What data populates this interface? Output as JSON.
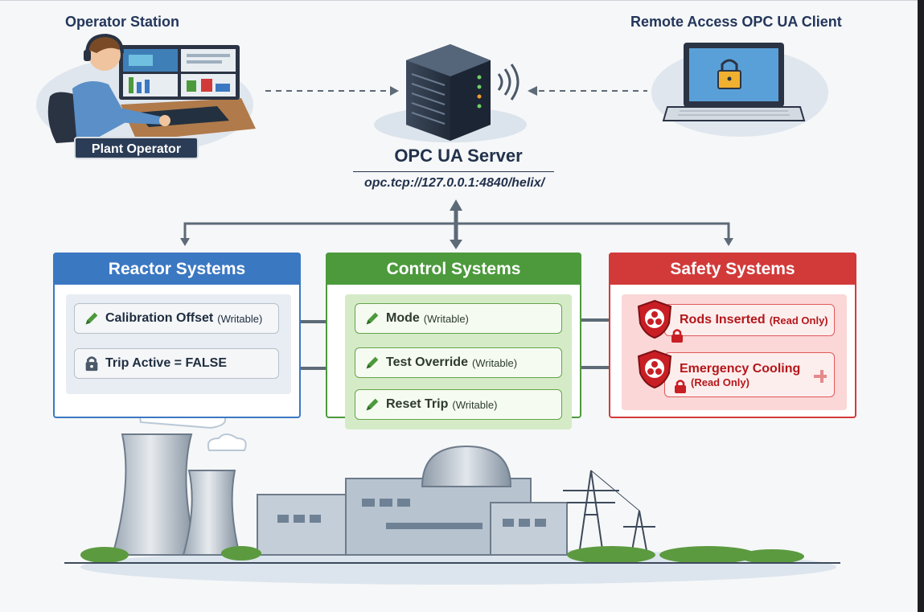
{
  "operator_station": {
    "title": "Operator Station",
    "nameplate": "Plant Operator"
  },
  "remote_client": {
    "title": "Remote Access OPC UA Client"
  },
  "server": {
    "title": "OPC UA Server",
    "url": "opc.tcp://127.0.0.1:4840/helix/"
  },
  "reactor": {
    "title": "Reactor Systems",
    "items": [
      {
        "name": "Calibration Offset",
        "access": "(Writable)",
        "icon": "pencil-icon"
      },
      {
        "name": "Trip Active = FALSE",
        "access": "",
        "icon": "lock-icon"
      }
    ]
  },
  "control": {
    "title": "Control Systems",
    "items": [
      {
        "name": "Mode",
        "access": "(Writable)",
        "icon": "pencil-icon"
      },
      {
        "name": "Test Override",
        "access": "(Writable)",
        "icon": "pencil-icon"
      },
      {
        "name": "Reset Trip",
        "access": "(Writable)",
        "icon": "pencil-icon"
      }
    ]
  },
  "safety": {
    "title": "Safety Systems",
    "items": [
      {
        "name": "Rods Inserted",
        "access": "(Read Only)",
        "icon": "shield-lock-icon"
      },
      {
        "name": "Emergency Cooling",
        "access": "(Read Only)",
        "icon": "shield-lock-icon"
      }
    ]
  },
  "colors": {
    "reactor": "#3b78c2",
    "control": "#4c9a3c",
    "safety": "#d23a3a",
    "navy": "#23365b",
    "arrow": "#5d6a77"
  }
}
